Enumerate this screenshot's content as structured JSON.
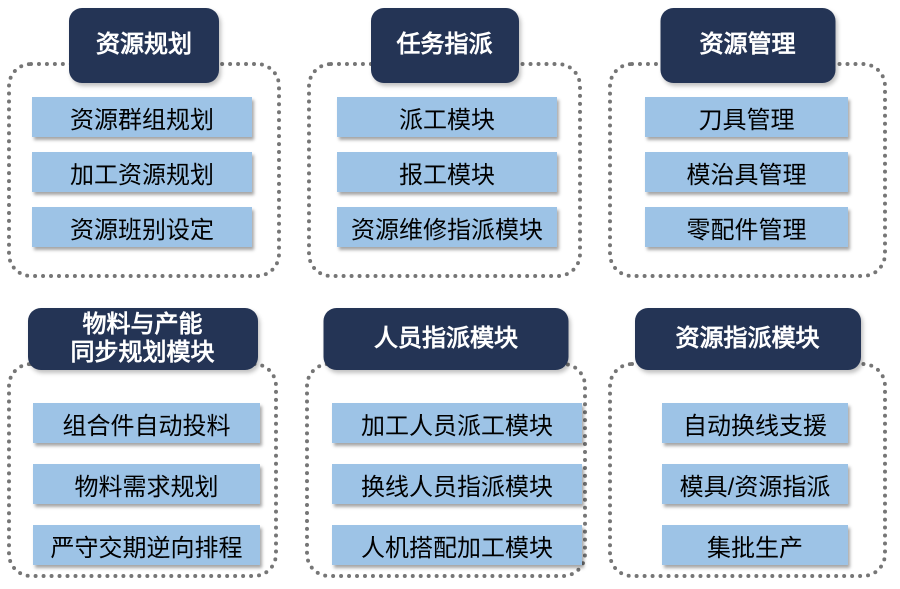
{
  "colors": {
    "header_bg": "#243455",
    "header_text": "#ffffff",
    "item_bg": "#9dc3e6",
    "item_text": "#000000",
    "border_gray": "#767676"
  },
  "groups": [
    {
      "title": "资源规划",
      "items": [
        "资源群组规划",
        "加工资源规划",
        "资源班别设定"
      ]
    },
    {
      "title": "任务指派",
      "items": [
        "派工模块",
        "报工模块",
        "资源维修指派模块"
      ]
    },
    {
      "title": "资源管理",
      "items": [
        "刀具管理",
        "模治具管理",
        "零配件管理"
      ]
    },
    {
      "title": "物料与产能",
      "title2": "同步规划模块",
      "items": [
        "组合件自动投料",
        "物料需求规划",
        "严守交期逆向排程"
      ]
    },
    {
      "title": "人员指派模块",
      "items": [
        "加工人员派工模块",
        "换线人员指派模块",
        "人机搭配加工模块"
      ]
    },
    {
      "title": "资源指派模块",
      "items": [
        "自动换线支援",
        "模具/资源指派",
        "集批生产"
      ]
    }
  ]
}
